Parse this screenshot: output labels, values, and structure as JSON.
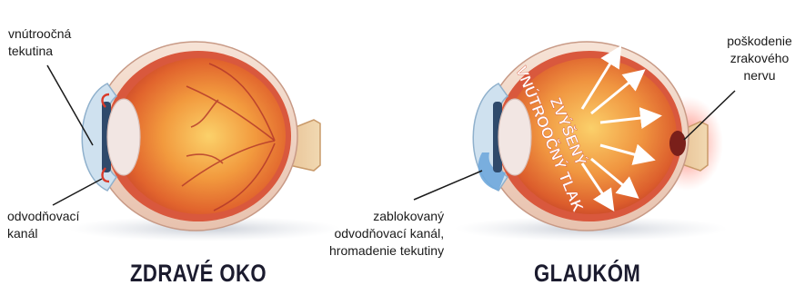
{
  "healthy_eye": {
    "caption": "ZDRAVÉ OKO",
    "label_fluid": "vnútroočná\ntekutina",
    "label_drain": "odvodňovací\nkanál"
  },
  "glaucoma_eye": {
    "caption": "GLAUKÓM",
    "label_blocked": "zablokovaný\nodvodňovací kanál,\nhromadenie tekutiny",
    "label_nerve": "poškodenie\nzrakového\nnervu",
    "pressure_text_line1": "ZVÝŠENÝ",
    "pressure_text_line2": "VNÚTROOČNÝ TLAK"
  },
  "colors": {
    "sclera": "#f3d8c8",
    "choroid": "#e9786a",
    "retina": "#f08a3c",
    "iris": "#2f4a6b",
    "lens": "#f2e6e3",
    "cornea": "#cfe1ef",
    "nerve": "#e7c79a",
    "blocked_fluid": "#6fa8dc",
    "damage_glow": "#ff6b5a",
    "caption": "#1b1b2e"
  }
}
